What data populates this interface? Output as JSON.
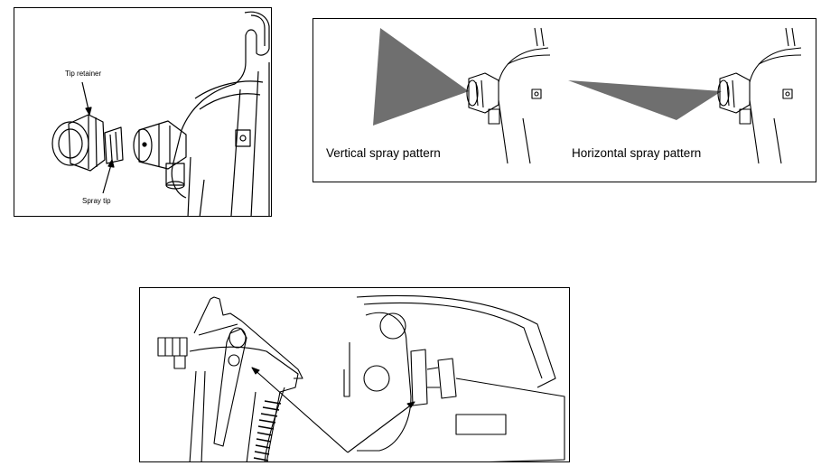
{
  "tip_diagram": {
    "tip_retainer_label": "Tip retainer",
    "spray_tip_label": "Spray tip"
  },
  "spray_patterns": {
    "vertical_label": "Vertical spray pattern",
    "horizontal_label": "Horizontal spray pattern",
    "pattern_fill": "#6f6f6f"
  },
  "gun_diagram": {}
}
